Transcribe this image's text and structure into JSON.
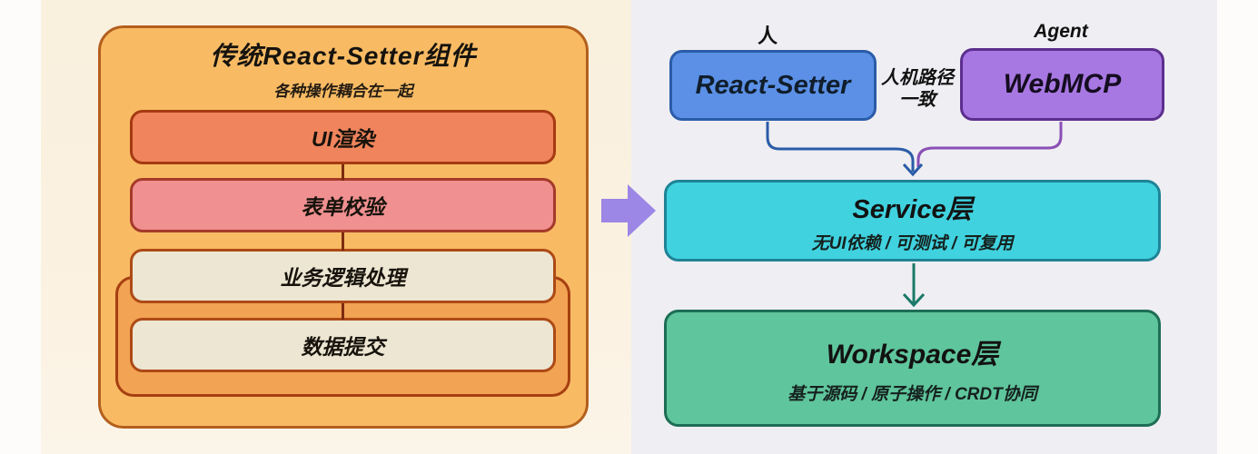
{
  "left_panel": {
    "title": "传统React-Setter组件",
    "subtitle": "各种操作耦合在一起",
    "layers": [
      {
        "label": "UI渲染"
      },
      {
        "label": "表单校验"
      },
      {
        "label": "业务逻辑处理"
      },
      {
        "label": "数据提交"
      }
    ]
  },
  "right_panel": {
    "human_label": "人",
    "agent_label": "Agent",
    "react_setter_label": "React-Setter",
    "webmcp_label": "WebMCP",
    "path_note_line1": "人机路径",
    "path_note_line2": "一致",
    "service": {
      "title": "Service层",
      "subtitle": "无UI依赖 / 可测试 / 可复用"
    },
    "workspace": {
      "title": "Workspace层",
      "subtitle": "基于源码 / 原子操作 / CRDT协同"
    }
  },
  "colors": {
    "left_backdrop": "#FAF0DE",
    "right_backdrop": "#EFEEF2",
    "outer_box_fill": "#F8BB64",
    "outer_box_border": "#B35F1D",
    "inner_box_fill": "#F2A353",
    "ui_layer_fill": "#F0845C",
    "form_layer_fill": "#F09090",
    "logic_layer_fill": "#ECE6D2",
    "mid_arrow": "#9C86E6",
    "react_setter_fill": "#5B90E6",
    "react_setter_border": "#2A5CA8",
    "webmcp_fill": "#A878E2",
    "webmcp_border": "#5C2E8E",
    "service_fill": "#40D2DF",
    "service_border": "#1F8396",
    "workspace_fill": "#5FC59C",
    "workspace_border": "#1D6E55",
    "blue_connector": "#2A5CA8",
    "purple_connector": "#8A4FB5",
    "teal_connector": "#1A7A68"
  }
}
